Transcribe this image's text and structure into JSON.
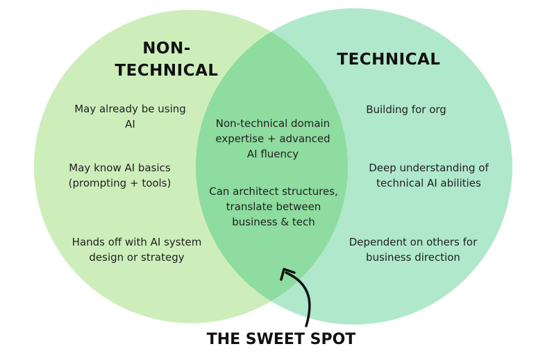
{
  "colors": {
    "left_circle": "#cdeebb",
    "right_circle": "#b0e8cb",
    "overlap": "#8edc9f",
    "text": "#1f1f1f",
    "arrow": "#111111"
  },
  "left": {
    "title_line1": "NON-",
    "title_line2": "TECHNICAL",
    "items": [
      "May already be using AI",
      "May know AI basics (prompting + tools)",
      "Hands off with AI system design or strategy"
    ]
  },
  "right": {
    "title": "TECHNICAL",
    "items": [
      "Building for org",
      "Deep understanding of technical AI abilities",
      "Dependent on others for business direction"
    ]
  },
  "overlap": {
    "items": [
      "Non-technical domain expertise + advanced AI fluency",
      "Can architect structures, translate between business & tech"
    ]
  },
  "caption": "THE SWEET SPOT"
}
